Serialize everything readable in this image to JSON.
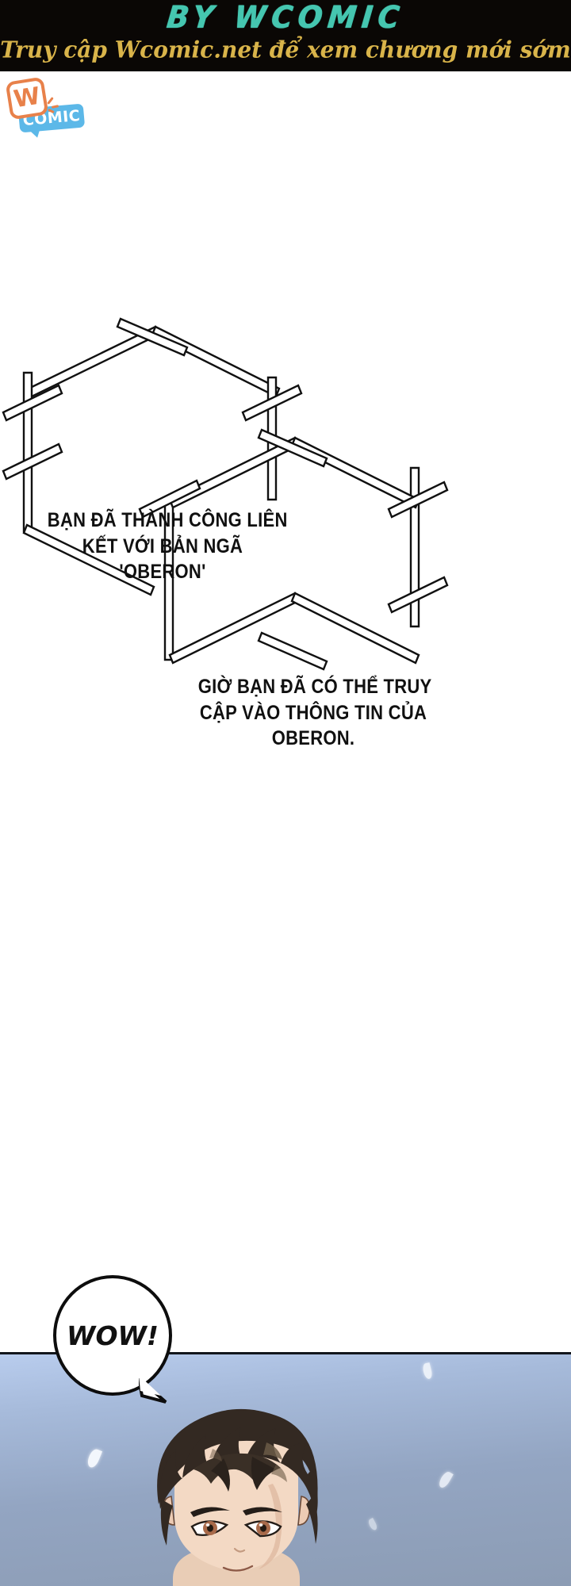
{
  "banner": {
    "title": "BY WCOMIC",
    "subtitle": "Truy cập Wcomic.net để xem chương mới sớm",
    "bg_color": "#0a0705",
    "title_color": "#45c6b0",
    "subtitle_color": "#d9b44a"
  },
  "logo": {
    "mark_letter": "W",
    "word": "COMIC",
    "mark_color": "#e8814a",
    "bubble_color": "#5cb8e8"
  },
  "system_panel": {
    "frame_style": "hexagon-crossed-lines",
    "frame_color": "#111111",
    "message_1": {
      "line_1": "BẠN ĐÃ THÀNH CÔNG LIÊN",
      "line_2": "KẾT VỚI BẢN NGÃ",
      "line_3": "'OBERON'"
    },
    "message_2": {
      "line_1": "GIỜ BẠN ĐÃ CÓ THỂ TRUY",
      "line_2": "CẬP VÀO THÔNG TIN CỦA",
      "line_3": "OBERON."
    }
  },
  "scene": {
    "speech_bubble": {
      "text": "WOW!",
      "shape": "round-balloon",
      "fill": "#ffffff",
      "stroke": "#0d0d0d"
    },
    "sky_top_color": "#b9cdee",
    "sky_bottom_color": "#8c9cb4",
    "horizon_color": "#12161c",
    "character": {
      "hair_color": "#332922",
      "hair_highlight": "#6b5a46",
      "skin_color": "#f3d9c4",
      "eye_color": "#a86a4a",
      "description": "young-man-looking-up"
    },
    "petals_count": 5
  }
}
